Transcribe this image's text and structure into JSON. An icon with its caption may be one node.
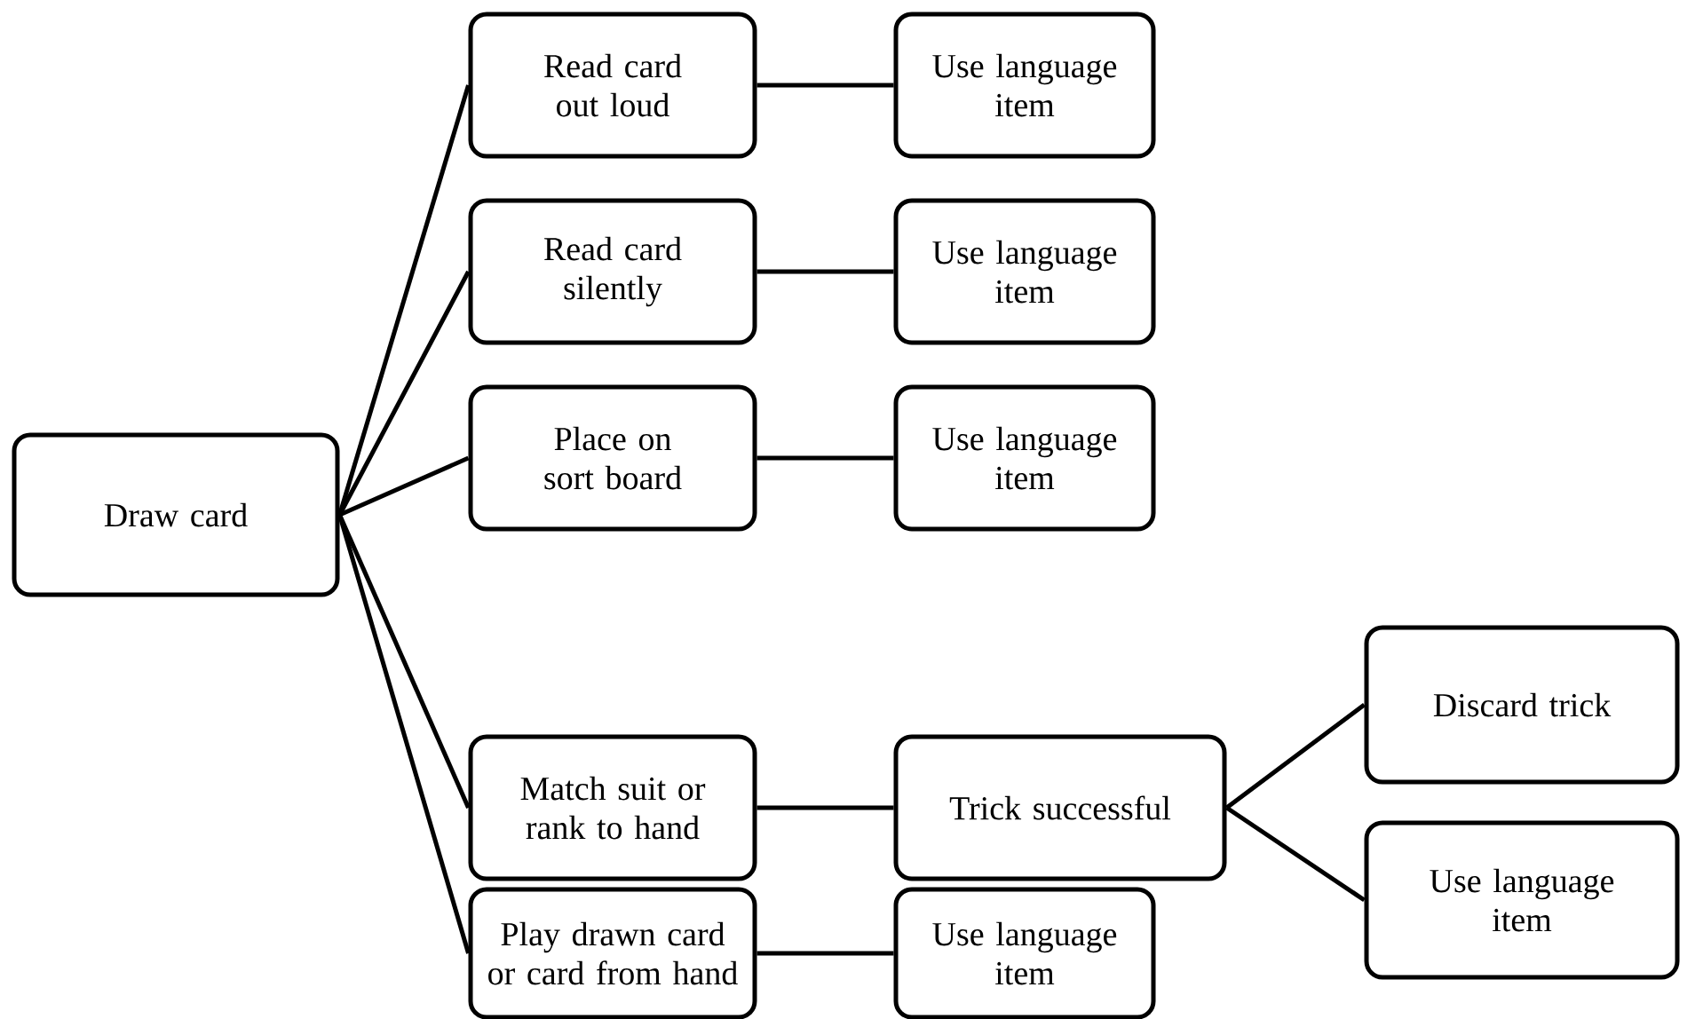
{
  "diagram": {
    "nodes": [
      {
        "text": [
          "Draw card"
        ]
      },
      {
        "text": [
          "Read card out loud"
        ]
      },
      {
        "text": [
          "Use language item"
        ]
      },
      {
        "text": [
          "Read card silently"
        ]
      },
      {
        "text": [
          "Use language item"
        ]
      },
      {
        "text": [
          "Place on sort board"
        ]
      },
      {
        "text": [
          "Use language item"
        ]
      },
      {
        "text": [
          "Match suit or rank to hand"
        ]
      },
      {
        "text": [
          "Trick successful"
        ]
      },
      {
        "text": [
          "Discard trick"
        ]
      },
      {
        "text": [
          "Use language item"
        ]
      },
      {
        "text": [
          "Play drawn card or card from hand"
        ]
      },
      {
        "text": [
          "Use language item"
        ]
      }
    ],
    "edges": [
      {
        "from": 0,
        "to": 1,
        "arrow": "none"
      },
      {
        "from": 1,
        "to": 2,
        "arrow": "none"
      },
      {
        "from": 0,
        "to": 3,
        "arrow": "none"
      },
      {
        "from": 3,
        "to": 4,
        "arrow": "none"
      },
      {
        "from": 0,
        "to": 5,
        "arrow": "none"
      },
      {
        "from": 5,
        "to": 6,
        "arrow": "none"
      },
      {
        "from": 0,
        "to": 7,
        "arrow": "none"
      },
      {
        "from": 7,
        "to": 8,
        "arrow": "none"
      },
      {
        "from": 8,
        "to": 9,
        "arrow": "none"
      },
      {
        "from": 8,
        "to": 10,
        "arrow": "none"
      },
      {
        "from": 0,
        "to": 11,
        "arrow": "none"
      },
      {
        "from": 11,
        "to": 12,
        "arrow": "none"
      }
    ]
  }
}
